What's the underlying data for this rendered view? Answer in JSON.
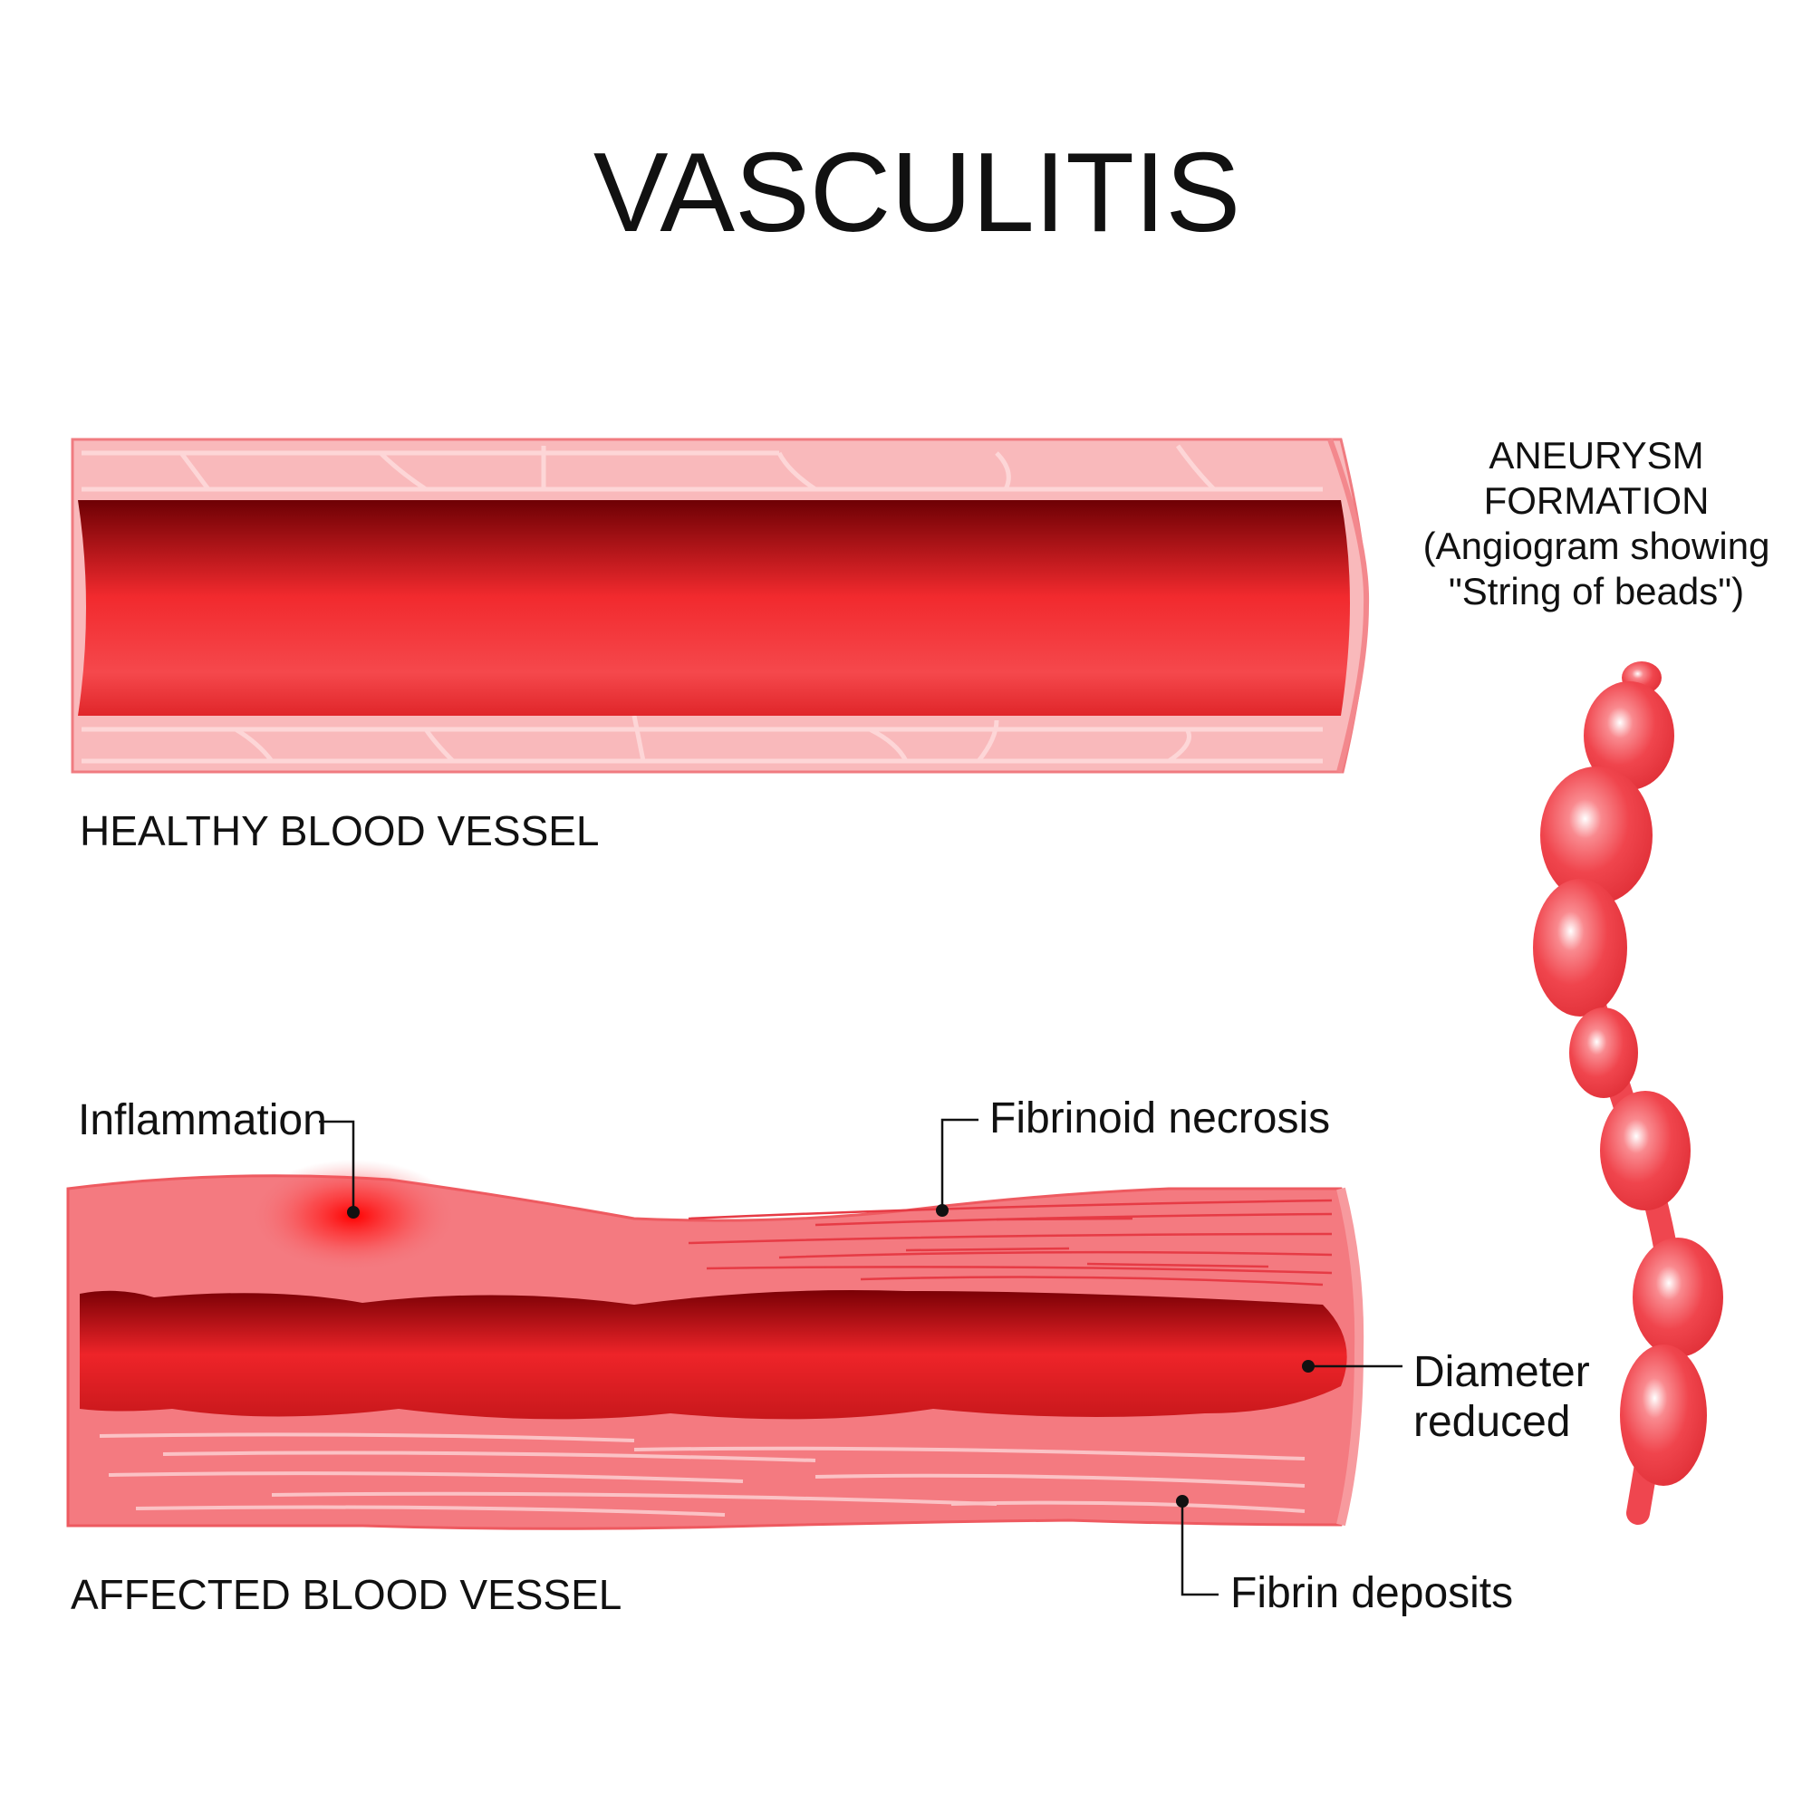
{
  "title": "VASCULITIS",
  "healthy_caption": "HEALTHY BLOOD VESSEL",
  "affected_caption": "AFFECTED BLOOD VESSEL",
  "aneurysm": {
    "line1": "ANEURYSM",
    "line2": "FORMATION",
    "line3": "(Angiogram showing",
    "line4": "\"String of beads\")"
  },
  "labels": {
    "inflammation": "Inflammation",
    "fibrinoid_necrosis": "Fibrinoid necrosis",
    "diameter_line1": "Diameter",
    "diameter_line2": "reduced",
    "fibrin_deposits": "Fibrin deposits"
  },
  "colors": {
    "vessel_wall": "#f9b9bb",
    "vessel_wall_affected": "#f47a80",
    "lumen_dark": "#6e0004",
    "lumen_bright": "#f22a2e",
    "inflammation": "#ff0000",
    "bead": "#f0454d"
  }
}
